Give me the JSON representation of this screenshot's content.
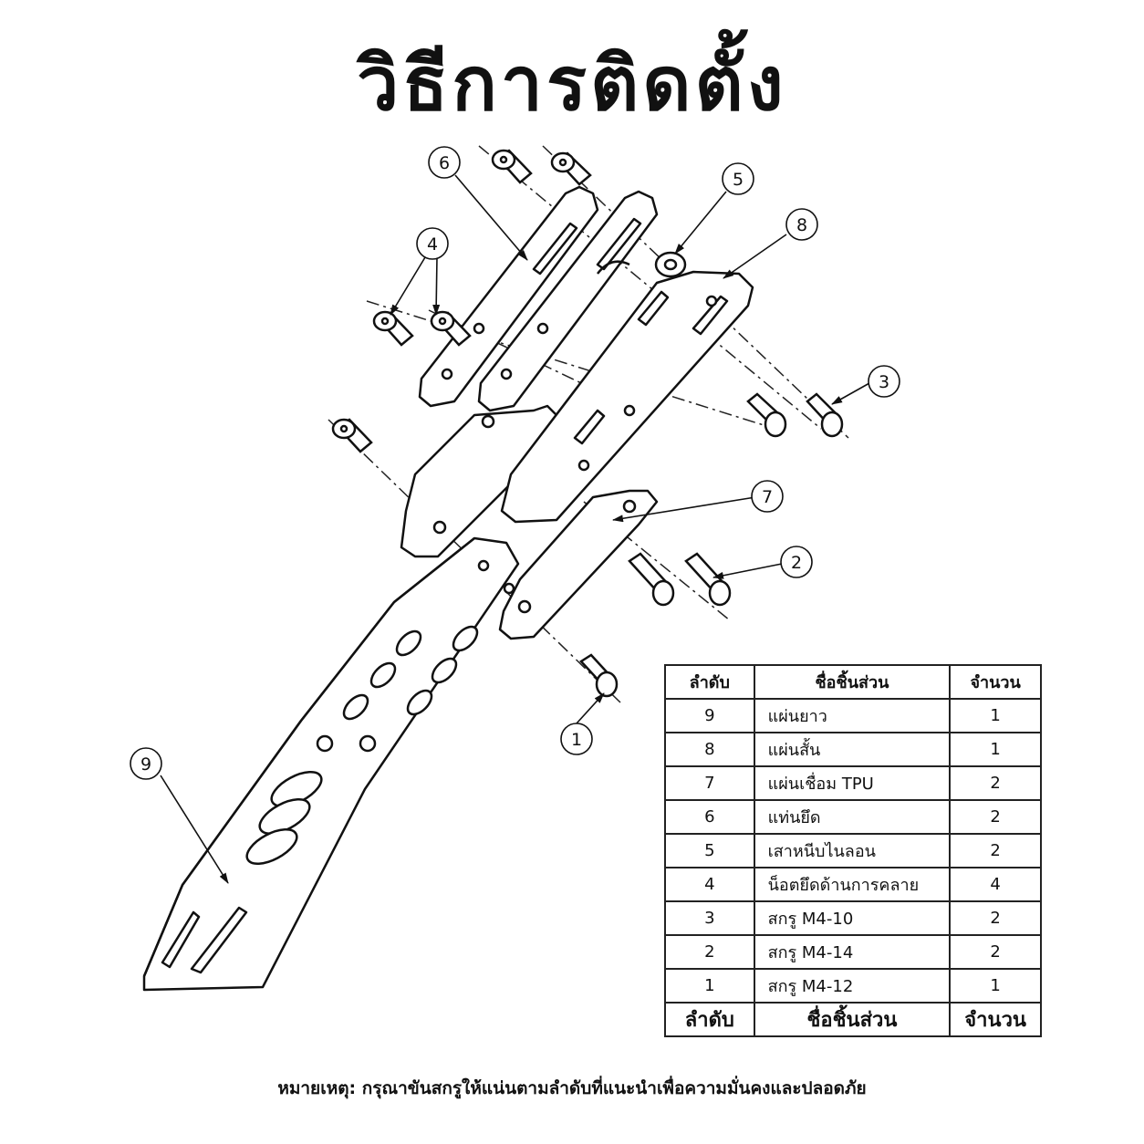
{
  "title": "วิธีการติดตั้ง",
  "callouts": [
    "1",
    "2",
    "3",
    "4",
    "5",
    "6",
    "7",
    "8",
    "9"
  ],
  "table": {
    "headers": [
      "ลำดับ",
      "ชื่อชิ้นส่วน",
      "จำนวน"
    ],
    "rows": [
      {
        "no": "9",
        "name": "แผ่นยาว",
        "qty": "1"
      },
      {
        "no": "8",
        "name": "แผ่นสั้น",
        "qty": "1"
      },
      {
        "no": "7",
        "name": "แผ่นเชื่อม TPU",
        "qty": "2"
      },
      {
        "no": "6",
        "name": "แท่นยึด",
        "qty": "2"
      },
      {
        "no": "5",
        "name": "เสาหนีบไนลอน",
        "qty": "2"
      },
      {
        "no": "4",
        "name": "น็อตยึดด้านการคลาย",
        "qty": "4"
      },
      {
        "no": "3",
        "name": "สกรู M4-10",
        "qty": "2"
      },
      {
        "no": "2",
        "name": "สกรู M4-14",
        "qty": "2"
      },
      {
        "no": "1",
        "name": "สกรู M4-12",
        "qty": "1"
      }
    ],
    "footers": [
      "ลำดับ",
      "ชื่อชิ้นส่วน",
      "จำนวน"
    ]
  },
  "note": "หมายเหตุ: กรุณาขันสกรูให้แน่นตามลำดับที่แนะนำเพื่อความมั่นคงและปลอดภัย"
}
